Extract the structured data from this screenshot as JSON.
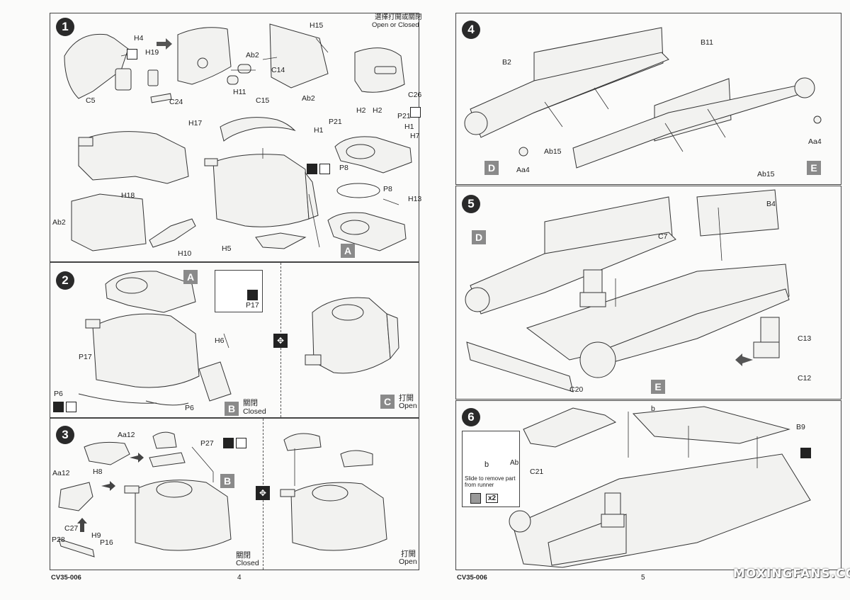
{
  "left_page": {
    "code": "CV35-006",
    "page_number": "4",
    "step1": {
      "number": "1",
      "open_closed_cn": "選擇打開或關閉",
      "open_closed_en": "Open or Closed",
      "labels": [
        "H4",
        "H19",
        "C5",
        "C24",
        "Ab2",
        "C14",
        "H11",
        "C15",
        "H15",
        "Ab2",
        "C26",
        "H17",
        "P21",
        "H2",
        "H2",
        "P21",
        "H1",
        "H1",
        "H7",
        "P8",
        "P8",
        "H13",
        "H18",
        "Ab2",
        "H10",
        "H5"
      ],
      "subassembly": "A"
    },
    "step2": {
      "number": "2",
      "sub_a": "A",
      "p17_inset": "P17",
      "labels": [
        "H6",
        "P17",
        "P6",
        "P6"
      ],
      "closed_cn": "關閉",
      "closed_en": "Closed",
      "closed_box": "B",
      "open_cn": "打開",
      "open_en": "Open",
      "open_box": "C"
    },
    "step3": {
      "number": "3",
      "labels": [
        "Aa12",
        "H8",
        "Aa12",
        "P27",
        "C27",
        "H9",
        "P28",
        "P16"
      ],
      "sub_b": "B",
      "closed_cn": "關閉",
      "closed_en": "Closed",
      "open_cn": "打開",
      "open_en": "Open"
    }
  },
  "right_page": {
    "code": "CV35-006",
    "page_number": "5",
    "step4": {
      "number": "4",
      "labels": [
        "B2",
        "B11",
        "Aa4",
        "Ab15",
        "Ab15",
        "Aa4"
      ],
      "box_d": "D",
      "box_e": "E"
    },
    "step5": {
      "number": "5",
      "labels": [
        "B4",
        "C7",
        "C13",
        "C12",
        "C20"
      ],
      "box_d": "D",
      "box_e": "E"
    },
    "step6": {
      "number": "6",
      "labels": [
        "b",
        "C21",
        "B9"
      ],
      "inset_b": "b",
      "inset_ab": "Ab",
      "inset_note": "Slide to remove part from runner",
      "inset_qty": "x2"
    }
  },
  "watermark": "MOXINGFANS.COM",
  "icons": [
    "arrow-right-icon",
    "cement-icon",
    "paint-icon",
    "swap-icon",
    "cut-icon"
  ]
}
